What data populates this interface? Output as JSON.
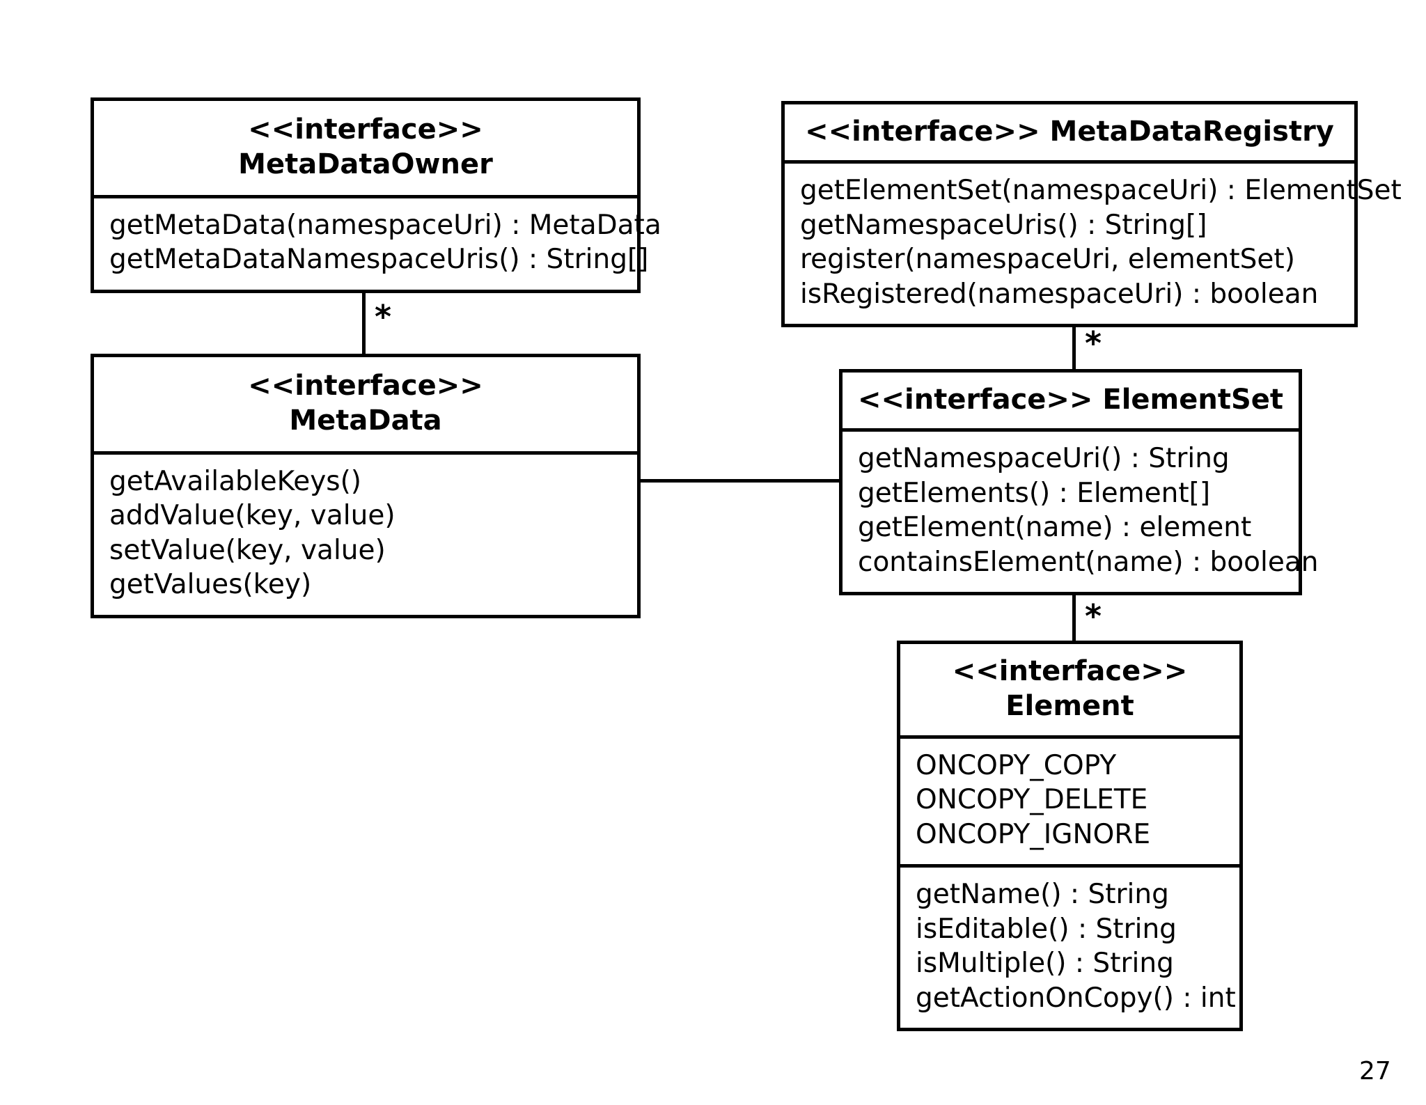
{
  "page": {
    "number": "27",
    "background_color": "#ffffff",
    "line_color": "#000000"
  },
  "diagram": {
    "type": "uml-class-diagram",
    "classes": [
      {
        "id": "metadataowner",
        "stereotype": "<<interface>>",
        "name": "MetaDataOwner",
        "header_text": "<<interface>>\nMetaDataOwner",
        "attributes": [],
        "methods": [
          "getMetaData(namespaceUri) : MetaData",
          "getMetaDataNamespaceUris() : String[]"
        ]
      },
      {
        "id": "metadataregistry",
        "stereotype": "<<interface>>",
        "name": "MetaDataRegistry",
        "header_text": "<<interface>> MetaDataRegistry",
        "attributes": [],
        "methods": [
          "getElementSet(namespaceUri) : ElementSet",
          "getNamespaceUris() : String[]",
          "register(namespaceUri, elementSet)",
          "isRegistered(namespaceUri) : boolean"
        ]
      },
      {
        "id": "metadata",
        "stereotype": "<<interface>>",
        "name": "MetaData",
        "header_text": "<<interface>>\nMetaData",
        "attributes": [],
        "methods": [
          "getAvailableKeys()",
          "addValue(key, value)",
          "setValue(key, value)",
          "getValues(key)"
        ]
      },
      {
        "id": "elementset",
        "stereotype": "<<interface>>",
        "name": "ElementSet",
        "header_text": "<<interface>> ElementSet",
        "attributes": [],
        "methods": [
          "getNamespaceUri() : String",
          "getElements() : Element[]",
          "getElement(name) : element",
          "containsElement(name) : boolean"
        ]
      },
      {
        "id": "element",
        "stereotype": "<<interface>>",
        "name": "Element",
        "header_text": "<<interface>> Element",
        "attributes": [
          "ONCOPY_COPY",
          "ONCOPY_DELETE",
          "ONCOPY_IGNORE"
        ],
        "methods": [
          "getName() : String",
          "isEditable() : String",
          "isMultiple() : String",
          "getActionOnCopy() : int"
        ]
      }
    ],
    "associations": [
      {
        "id": "owner-metadata",
        "from": "metadataowner",
        "to": "metadata",
        "orientation": "vertical",
        "multiplicity": "*"
      },
      {
        "id": "registry-elementset",
        "from": "metadataregistry",
        "to": "elementset",
        "orientation": "vertical",
        "multiplicity": "*"
      },
      {
        "id": "elementset-element",
        "from": "elementset",
        "to": "element",
        "orientation": "vertical",
        "multiplicity": "*"
      },
      {
        "id": "metadata-elementset",
        "from": "metadata",
        "to": "elementset",
        "orientation": "horizontal",
        "multiplicity": ""
      }
    ]
  }
}
